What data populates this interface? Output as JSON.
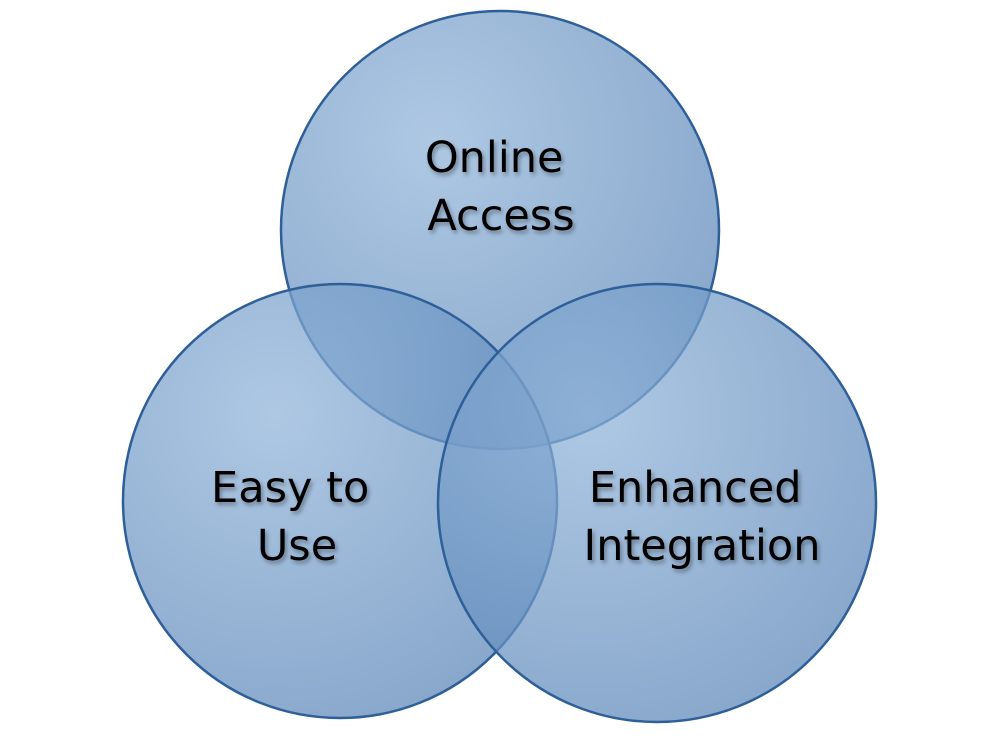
{
  "diagram": {
    "type": "venn",
    "colors": {
      "fill_light": "#8fb3d9",
      "fill_dark": "#5b86b8",
      "stroke": "#2f5f99",
      "text": "#000000"
    },
    "circles": [
      {
        "id": "top",
        "lines": [
          "Online",
          "Access"
        ]
      },
      {
        "id": "left",
        "lines": [
          "Easy to",
          "Use"
        ]
      },
      {
        "id": "right",
        "lines": [
          "Enhanced",
          "Integration"
        ]
      }
    ]
  }
}
